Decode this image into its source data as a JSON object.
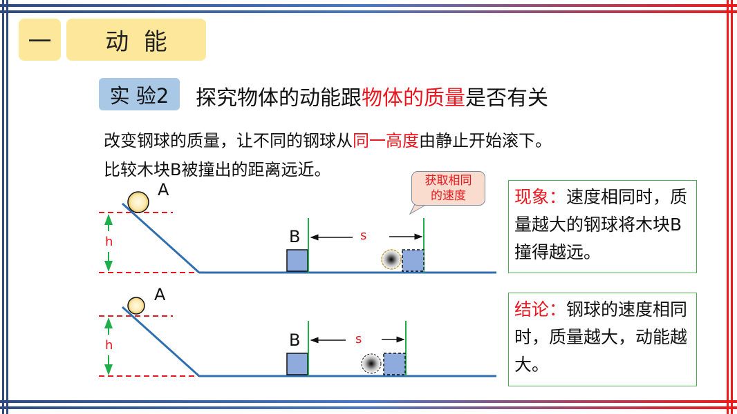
{
  "header": {
    "number": "一",
    "section": "动  能"
  },
  "experiment": {
    "label": "实 验2",
    "title_prefix": "探究物体的动能跟",
    "title_highlight": "物体的质量",
    "title_suffix": "是否有关"
  },
  "description": {
    "line1_prefix": "改变钢球的质量，让不同的钢球从",
    "line1_highlight": "同一高度",
    "line1_suffix": "由静止开始滚下。",
    "line2": "比较木块B被撞出的距离远近。"
  },
  "callout": {
    "line1": "获取相同",
    "line2": "的速度"
  },
  "diagram": {
    "ball_label": "A",
    "block_label": "B",
    "height_label": "h",
    "distance_label": "s"
  },
  "phenomenon": {
    "label": "现象：",
    "text": "速度相同时，质量越大的钢球将木块B撞得越远。"
  },
  "conclusion": {
    "label": "结论：",
    "text": "钢球的速度相同时，质量越大，动能越大。"
  },
  "colors": {
    "accent_red": "#e8161e",
    "frame_blue": "#2e4a7e",
    "line_blue": "#2f6fb0",
    "green": "#1fae4a",
    "block": "#8faadc"
  }
}
